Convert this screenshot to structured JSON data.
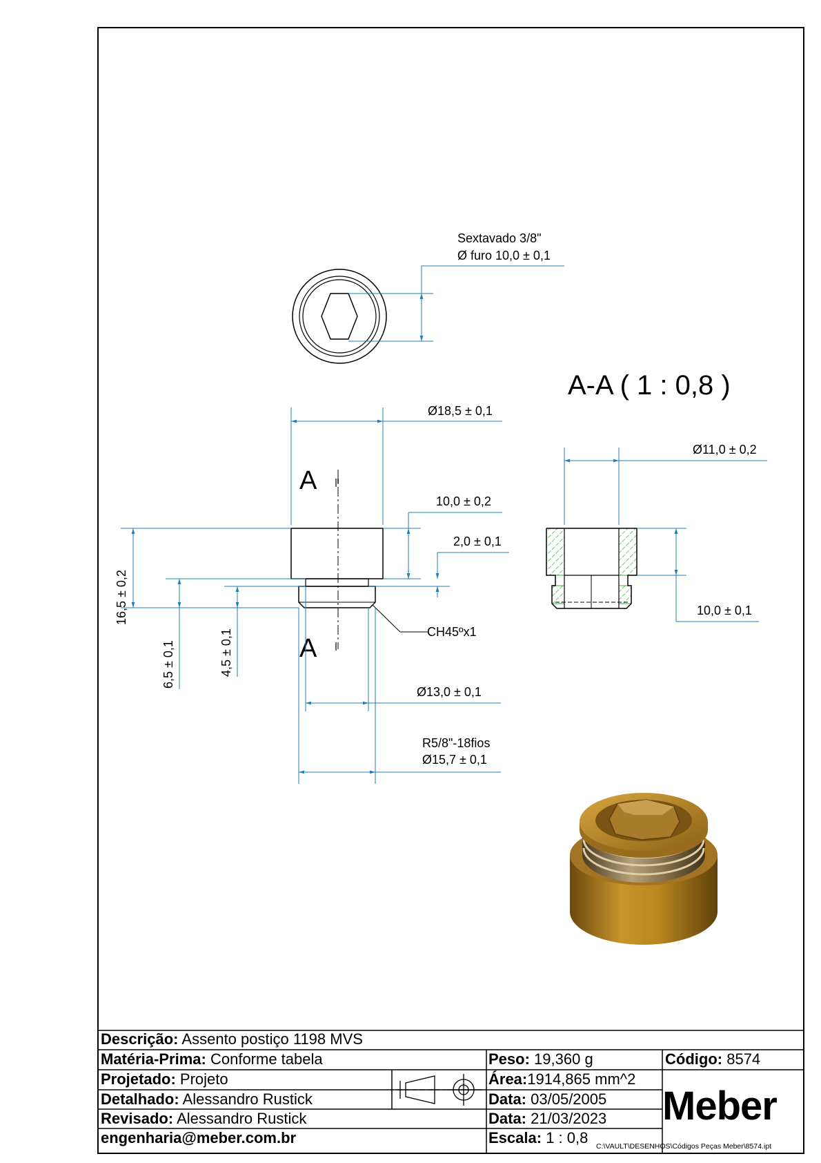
{
  "drawing": {
    "top_view": {
      "note_line1": "Sextavado 3/8\"",
      "note_line2": "Ø furo 10,0 ± 0,1"
    },
    "front_view": {
      "dim_diameter_top": "Ø18,5 ± 0,1",
      "dim_height_head": "10,0 ± 0,2",
      "dim_groove": "2,0 ± 0,1",
      "dim_total_height": "16,5 ± 0,2",
      "dim_6_5": "6,5 ± 0,1",
      "dim_4_5": "4,5 ± 0,1",
      "chamfer": "CH45ºx1",
      "dim_diameter_13": "Ø13,0 ± 0,1",
      "thread_line1": "R5/8\"-18fios",
      "thread_line2": "Ø15,7 ± 0,1",
      "section_mark": "A"
    },
    "section_view": {
      "title": "A-A  ( 1 : 0,8 )",
      "dim_diameter_11": "Ø11,0 ± 0,2",
      "dim_height_10": "10,0 ± 0,1"
    }
  },
  "title_block": {
    "descricao": {
      "label": "Descrição:",
      "value": "Assento postiço 1198 MVS"
    },
    "materia": {
      "label": "Matéria-Prima:",
      "value": "Conforme tabela"
    },
    "projetado": {
      "label": "Projetado:",
      "value": "Projeto"
    },
    "detalhado": {
      "label": "Detalhado:",
      "value": "Alessandro Rustick"
    },
    "revisado": {
      "label": "Revisado:",
      "value": "Alessandro Rustick"
    },
    "email": "engenharia@meber.com.br",
    "peso": {
      "label": "Peso:",
      "value": "19,360 g"
    },
    "area": {
      "label": "Área:",
      "value": "1914,865 mm^2"
    },
    "data1": {
      "label": "Data:",
      "value": "03/05/2005"
    },
    "data2": {
      "label": "Data:",
      "value": "21/03/2023"
    },
    "escala": {
      "label": "Escala:",
      "value": "1 : 0,8"
    },
    "codigo": {
      "label": "Código:",
      "value": "8574"
    },
    "brand": "Meber",
    "file_path": "C:\\VAULT\\DESENHOS\\Códigos Peças Meber\\8574.ipt"
  },
  "colors": {
    "dimension": "#1f7fb6",
    "hatch": "#3caa3c",
    "brass_light": "#c9942c",
    "brass_dark": "#7a5412"
  }
}
